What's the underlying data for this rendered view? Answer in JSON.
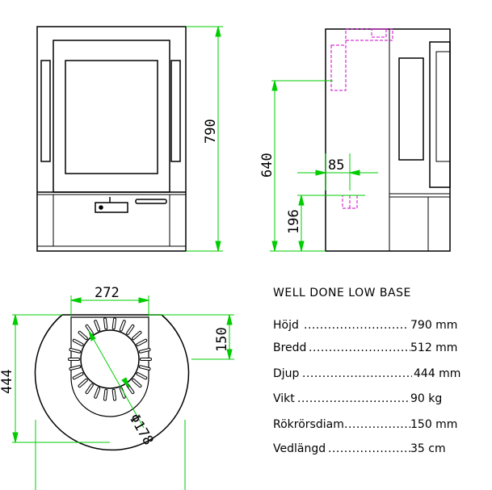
{
  "dimensions": {
    "front_height": "790",
    "side_height": "640",
    "outlet_offset": "85",
    "base_height": "196",
    "top_width": "272",
    "top_offset": "150",
    "depth": "444",
    "diameter": "Φ178"
  },
  "specs": {
    "title": "WELL DONE LOW BASE",
    "rows": [
      {
        "label": "Höjd",
        "dots": "..................................",
        "value": "790 mm"
      },
      {
        "label": "Bredd",
        "dots": "..................................",
        "value": "512 mm"
      },
      {
        "label": "Djup",
        "dots": "...................................",
        "value": "444 mm"
      },
      {
        "label": "Vikt",
        "dots": ".........................................",
        "value": "90 kg"
      },
      {
        "label": "Rökrörsdiam",
        "dots": ".......................",
        "value": "150 mm"
      },
      {
        "label": "Vedlängd",
        "dots": "...............................",
        "value": "35 cm"
      }
    ]
  },
  "colors": {
    "outline": "#000000",
    "dimension": "#00cc00",
    "hidden_line": "#cc00cc"
  }
}
